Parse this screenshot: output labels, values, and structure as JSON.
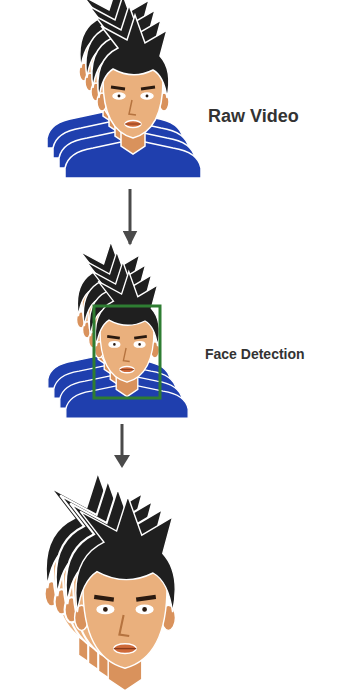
{
  "diagram": {
    "nodes": [
      {
        "text": [
          "Raw Video"
        ]
      },
      {
        "text": [
          "Face Detection"
        ]
      }
    ],
    "edges": [
      {
        "from": 0,
        "to": 1,
        "arrow": "to"
      }
    ]
  }
}
